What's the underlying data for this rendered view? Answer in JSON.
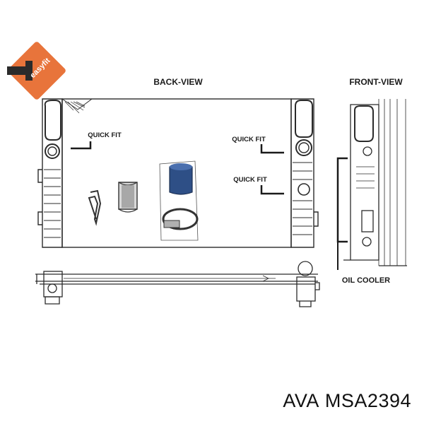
{
  "logo": {
    "text": "easyfit",
    "color": "#e8743b"
  },
  "views": {
    "back": "BACK-VIEW",
    "front": "FRONT-VIEW"
  },
  "callouts": {
    "left_fit": "QUICK FIT",
    "right_fit_top": "QUICK FIT",
    "right_fit_bottom": "QUICK FIT",
    "oil_cooler": "OIL COOLER"
  },
  "caption": {
    "brand": "AVA",
    "part_number": "MSA2394"
  },
  "colors": {
    "line": "#2b2b2b",
    "hose": "#2e4f86",
    "accent": "#e8743b"
  }
}
